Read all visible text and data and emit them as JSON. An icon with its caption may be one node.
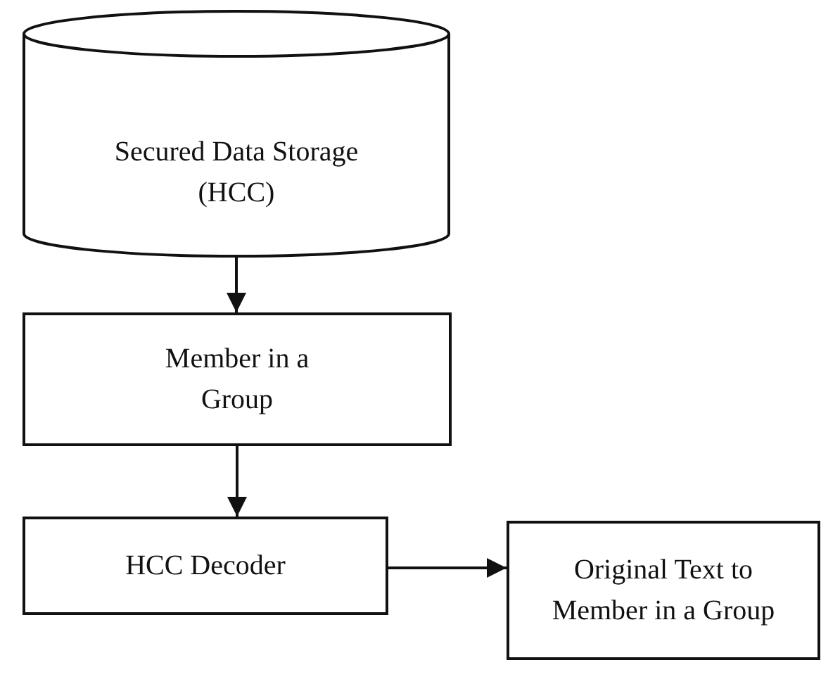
{
  "diagram": {
    "nodes": [
      {
        "text": [
          "Secured Data Storage (HCC)"
        ]
      },
      {
        "text": [
          "Member in a Group"
        ]
      },
      {
        "text": [
          "HCC Decoder"
        ]
      },
      {
        "text": [
          "Original Text to Member in a Group"
        ]
      }
    ],
    "edges": [
      {
        "from": 0,
        "to": 1,
        "arrow": "to"
      },
      {
        "from": 1,
        "to": 2,
        "arrow": "to"
      },
      {
        "from": 2,
        "to": 3,
        "arrow": "to"
      }
    ]
  }
}
